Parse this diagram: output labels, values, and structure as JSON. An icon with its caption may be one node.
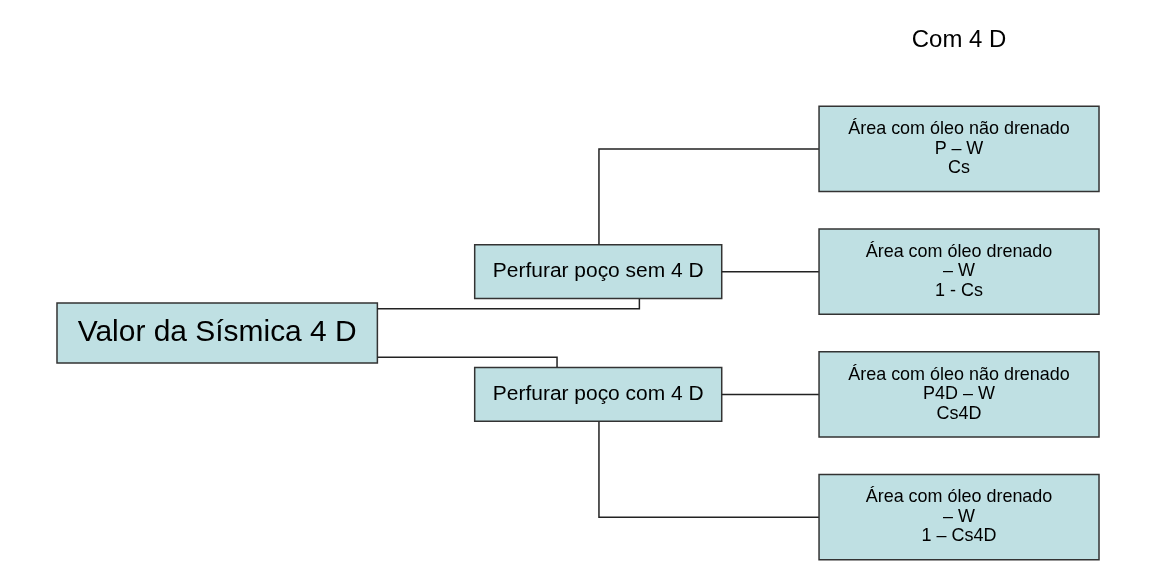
{
  "diagram": {
    "nodes": [
      {
        "text": [
          "Valor da Sísmica 4 D"
        ]
      },
      {
        "text": [
          "Perfurar poço sem 4 D"
        ]
      },
      {
        "text": [
          "Área com óleo não drenado",
          "P – W",
          "Cs"
        ]
      },
      {
        "text": [
          "Área com óleo drenado",
          "– W",
          "1 - Cs"
        ]
      },
      {
        "text": [
          "Perfurar poço com 4 D"
        ]
      },
      {
        "text": [
          "Área com óleo não drenado",
          "P4D – W",
          "Cs4D"
        ]
      },
      {
        "text": [
          "Área com óleo drenado",
          "– W",
          "1 – Cs4D"
        ]
      }
    ],
    "edges": [
      {
        "from": 0,
        "to": 1,
        "arrow": "none"
      },
      {
        "from": 0,
        "to": 4,
        "arrow": "none"
      },
      {
        "from": 1,
        "to": 2,
        "arrow": "none"
      },
      {
        "from": 1,
        "to": 3,
        "arrow": "none"
      },
      {
        "from": 4,
        "to": 5,
        "arrow": "none"
      },
      {
        "from": 4,
        "to": 6,
        "arrow": "none"
      }
    ],
    "labels": [
      "Com 4 D"
    ]
  }
}
